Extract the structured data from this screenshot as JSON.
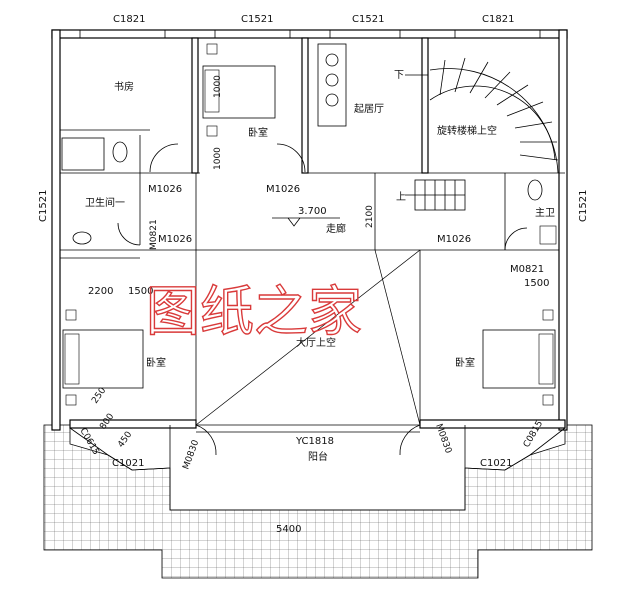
{
  "windows_top": [
    "C1821",
    "C1521",
    "C1521",
    "C1821"
  ],
  "windows_side": {
    "left": "C1521",
    "right": "C1521"
  },
  "rooms": {
    "study": "书房",
    "bedroom_top": "卧室",
    "living": "起居厅",
    "stair": "旋转楼梯上空",
    "bathroom": "卫生间一",
    "corridor": "走廊",
    "master_bath": "主卫",
    "hall_void": "大厅上空",
    "bedroom_left": "卧室",
    "bedroom_right": "卧室",
    "balcony": "阳台"
  },
  "doors": {
    "d1": "M1026",
    "d2": "M1026",
    "d3": "M1026",
    "d4": "M1026",
    "d5": "M0821",
    "d6": "M0821",
    "d7": "M0830",
    "d8": "M0830"
  },
  "stair_marks": {
    "down": "下",
    "up": "上"
  },
  "level": "3.700",
  "dims": {
    "d2100": "2100",
    "d2200": "2200",
    "d1500a": "1500",
    "d1500b": "1500",
    "d1000a": "1000",
    "d1000b": "1000",
    "d250": "250",
    "d800": "800",
    "d450": "450",
    "d5400": "5400"
  },
  "bay_windows": {
    "left": "C0615",
    "right": "C0815",
    "left_front": "C1021",
    "right_front": "C1021"
  },
  "balcony_window": "YC1818",
  "watermark": "图纸之家"
}
